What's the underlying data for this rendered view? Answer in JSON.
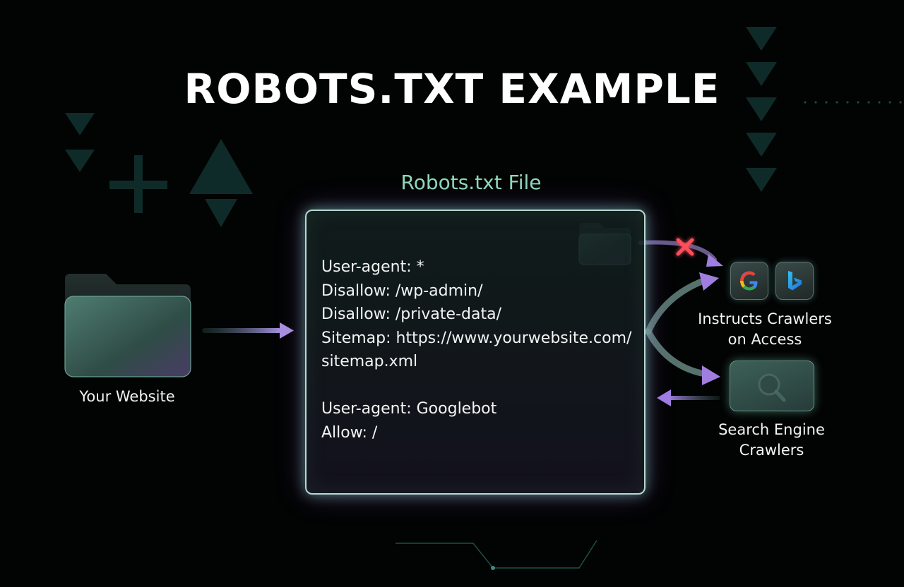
{
  "title": "ROBOTS.TXT EXAMPLE",
  "file_heading": "Robots.txt File",
  "robots_file": {
    "lines": [
      "User-agent: *",
      "Disallow: /wp-admin/",
      "Disallow: /private-data/",
      "Sitemap: https://www.yourwebsite.com/",
      "sitemap.xml",
      "",
      "User-agent: Googlebot",
      "Allow: /"
    ]
  },
  "labels": {
    "website": "Your Website",
    "instructs_line1": "Instructs Crawlers",
    "instructs_line2": "on Access",
    "crawlers_line1": "Search Engine",
    "crawlers_line2": "Crawlers"
  },
  "icons": {
    "website": "folder-icon",
    "file_corner": "folder-icon",
    "blocked": "x-icon",
    "google": "google-logo-icon",
    "bing": "bing-logo-icon",
    "crawler": "magnifier-icon"
  },
  "colors": {
    "background": "#020303",
    "heading_green": "#8fd8bd",
    "accent_teal": "#6fc5a8",
    "accent_purple": "#a07ee0",
    "blocked_red": "#ff4d5a"
  }
}
